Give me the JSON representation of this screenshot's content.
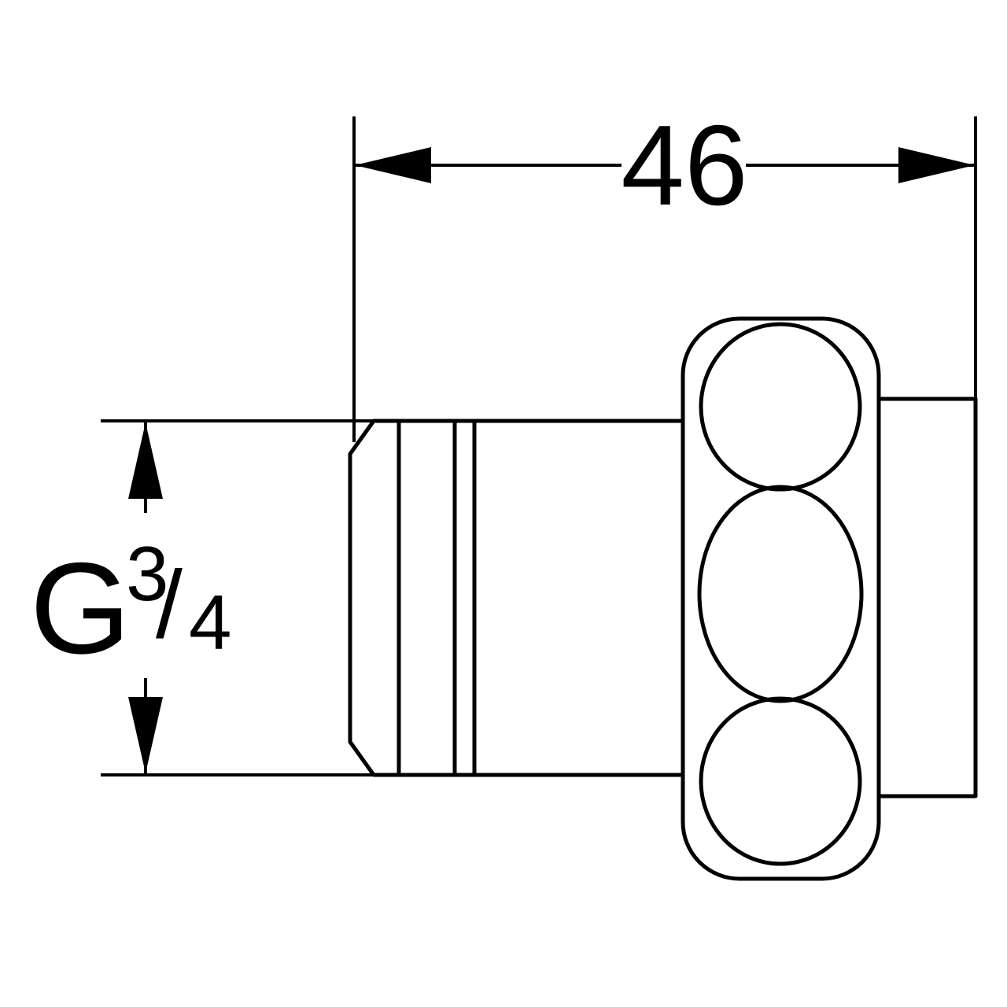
{
  "page": {
    "background": "#ffffff",
    "line_color": "#000000"
  },
  "dimensions": {
    "width": {
      "value": "46"
    },
    "thread": {
      "g": "G",
      "numerator": "3",
      "slash": "/",
      "denominator": "4"
    }
  }
}
